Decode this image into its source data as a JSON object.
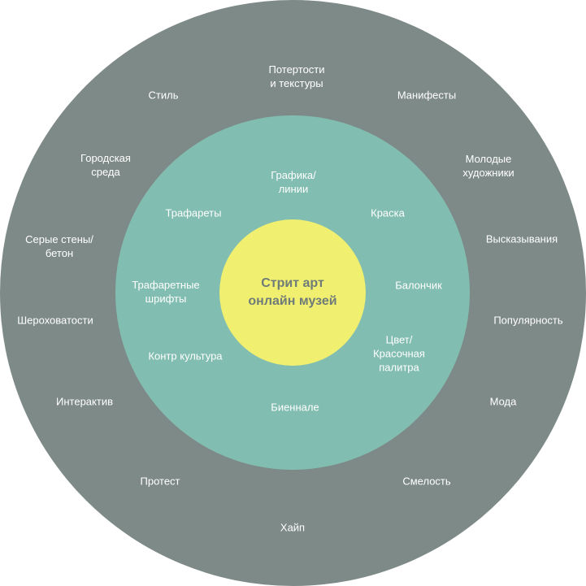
{
  "center": {
    "title": "Стрит арт\nонлайн музей"
  },
  "middle_ring": [
    "Графика/\nлинии",
    "Краска",
    "Балончик",
    "Цвет/\nКрасочная\nпалитра",
    "Биеннале",
    "Контр культура",
    "Трафаретные\nшрифты",
    "Трафареты"
  ],
  "outer_ring": [
    "Потертости\nи текстуры",
    "Манифесты",
    "Молодые\nхудожники",
    "Высказывания",
    "Популярность",
    "Мода",
    "Смелость",
    "Хайп",
    "Протест",
    "Интерактив",
    "Шероховатости",
    "Серые стены/\nбетон",
    "Городская\nсреда",
    "Стиль"
  ],
  "colors": {
    "outer": "#7e8a87",
    "middle": "#82bdb1",
    "inner": "#f0ef70",
    "title": "#6f7b78"
  }
}
